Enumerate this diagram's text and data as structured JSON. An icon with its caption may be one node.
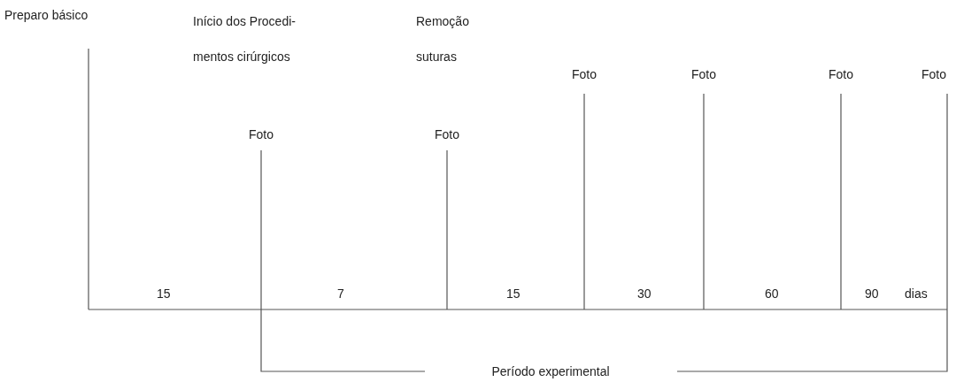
{
  "diagram": {
    "labels": [
      "Preparo básico",
      "Início dos Procedi- mentos cirúrgicos",
      "Remoção suturas",
      "Foto",
      "Foto",
      "Foto",
      "Foto",
      "Foto",
      "Foto",
      "15",
      "7",
      "15",
      "30",
      "60",
      "90",
      "dias",
      "Período experimental"
    ]
  }
}
